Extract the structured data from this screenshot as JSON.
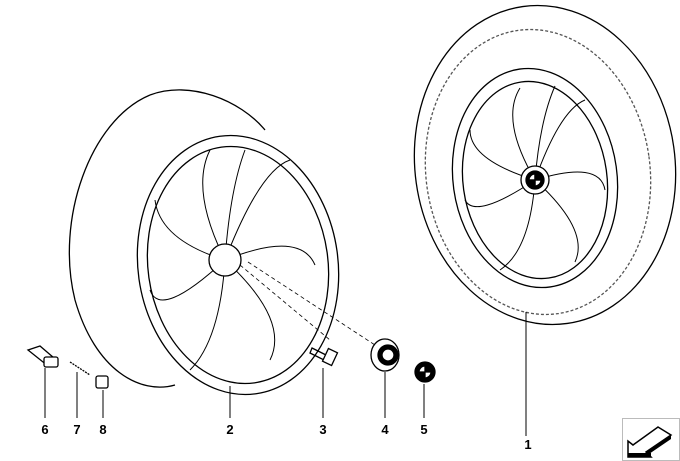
{
  "diagram": {
    "parts": [
      {
        "number": "1",
        "item": "complete-wheel-with-tire"
      },
      {
        "number": "2",
        "item": "light-alloy-rim"
      },
      {
        "number": "3",
        "item": "wheel-bolt"
      },
      {
        "number": "4",
        "item": "hub-cap"
      },
      {
        "number": "5",
        "item": "emblem"
      },
      {
        "number": "6",
        "item": "valve"
      },
      {
        "number": "7",
        "item": "valve-insert"
      },
      {
        "number": "8",
        "item": "valve-cap"
      }
    ],
    "navigation_icon": "arrow-down-left-icon"
  }
}
